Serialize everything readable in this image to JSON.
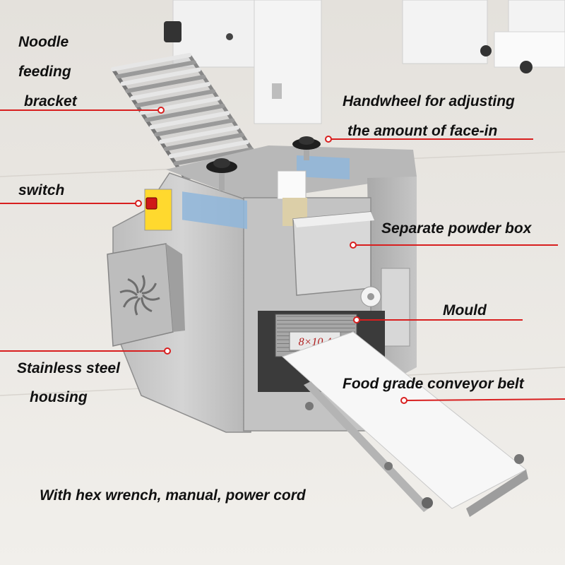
{
  "colors": {
    "floor": "#ece9e4",
    "steel": "#c9c9c9",
    "steel_dark": "#8e8e8e",
    "belt": "#f6f6f6",
    "leader_line": "#d81f1f",
    "label_text": "#111111"
  },
  "labels": {
    "noodle_bracket": [
      "Noodle",
      "feeding",
      "bracket"
    ],
    "handwheel": [
      "Handwheel for adjusting",
      "the amount of face-in"
    ],
    "switch": "switch",
    "powder_box": "Separate powder box",
    "mould": "Mould",
    "housing": [
      "Stainless steel",
      "housing"
    ],
    "conveyor": "Food grade conveyor belt",
    "accessories": "With hex wrench, manual, power cord"
  },
  "mould_marking": "8×10.4"
}
